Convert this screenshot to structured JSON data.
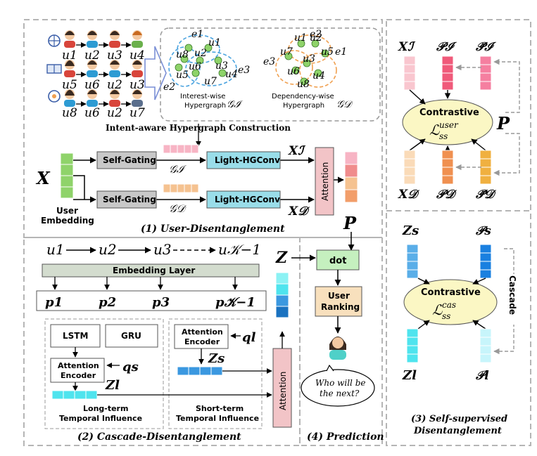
{
  "panels": {
    "user_disentanglement": "(1) User-Disentanglement",
    "cascade_disentanglement": "(2) Cascade-Disentanglement",
    "self_supervised_line1": "(3) Self-supervised",
    "self_supervised_line2": "Disentanglement",
    "prediction": "(4) Prediction"
  },
  "hypergraph": {
    "users_row1": [
      "u1",
      "u2",
      "u3",
      "u4"
    ],
    "users_row2": [
      "u5",
      "u6",
      "u2",
      "u3"
    ],
    "users_row3": [
      "u8",
      "u6",
      "u2",
      "u7"
    ],
    "interest_label1": "Interest-wise",
    "interest_label2": "Hypergraph",
    "interest_symbol": "𝒢ℐ",
    "dependency_label1": "Dependency-wise",
    "dependency_label2": "Hypergraph",
    "dependency_symbol": "𝒢𝒟",
    "construction_title": "Intent-aware Hypergraph Construction",
    "interest_nodes": [
      "u8",
      "u2",
      "u6",
      "u3",
      "u5",
      "u4",
      "u7",
      "u1"
    ],
    "interest_edges": [
      "e1",
      "e2",
      "e3"
    ],
    "dependency_nodes": [
      "u1",
      "u7",
      "u2",
      "u5",
      "u3",
      "u6",
      "u4",
      "u8"
    ],
    "dependency_edges": [
      "e1",
      "e2",
      "e3"
    ]
  },
  "user_branch": {
    "x_symbol": "X",
    "user_embedding_line1": "User",
    "user_embedding_line2": "Embedding",
    "self_gating": "Self-Gating",
    "light_hgconv": "Light-HGConv",
    "g_interest": "𝒢ℐ",
    "g_dependency": "𝒢𝒟",
    "x_interest": "Xℐ",
    "x_dependency": "X𝒟",
    "attention": "Attention",
    "p_symbol": "P"
  },
  "cascade": {
    "sequence": [
      "u1",
      "u2",
      "u3",
      "u𝒦−1"
    ],
    "embedding_layer": "Embedding Layer",
    "positions": [
      "p1",
      "p2",
      "p3",
      "p𝒦−1"
    ],
    "lstm": "LSTM",
    "gru": "GRU",
    "attention_encoder1": "Attention",
    "attention_encoder2": "Encoder",
    "q_s": "qs",
    "z_l": "Zl",
    "long_term1": "Long-term",
    "long_term2": "Temporal Influence",
    "short_term1": "Short-term",
    "short_term2": "Temporal Influence",
    "q_l": "ql",
    "z_s": "Zs",
    "attention": "Attention",
    "z_symbol": "Z"
  },
  "prediction": {
    "dot": "dot",
    "user_ranking1": "User",
    "user_ranking2": "Ranking",
    "question1": "Who will be",
    "question2": "the next?"
  },
  "ssl": {
    "x_i": "Xℐ",
    "p_i": "𝒫ℐ",
    "p_i_bar": "𝒫̄ℐ",
    "contrastive": "Contrastive",
    "loss_user": "ℒ",
    "loss_user_sup": "user",
    "loss_user_sub": "ss",
    "p_symbol": "P",
    "x_d": "X𝒟",
    "p_d": "𝒫𝒟",
    "p_d_bar": "𝒫̄𝒟",
    "z_s": "Zs",
    "p_s": "𝒫s",
    "loss_cas": "ℒ",
    "loss_cas_sup": "cas",
    "loss_cas_sub": "ss",
    "cascade": "Cascade",
    "z_l": "Zl",
    "p_l": "𝒫l"
  },
  "colors": {
    "self_gating": "#c8c8c8",
    "light_hgconv": "#99dde9",
    "attention": "#f2c4c7",
    "embedding_layer": "#d3dcce",
    "dot_box": "#c5f0bf",
    "user_ranking": "#f8e0bd",
    "contrastive": "#fbf7c4",
    "green_node": "#8fd36a",
    "dashed": "#b5b5b5"
  }
}
